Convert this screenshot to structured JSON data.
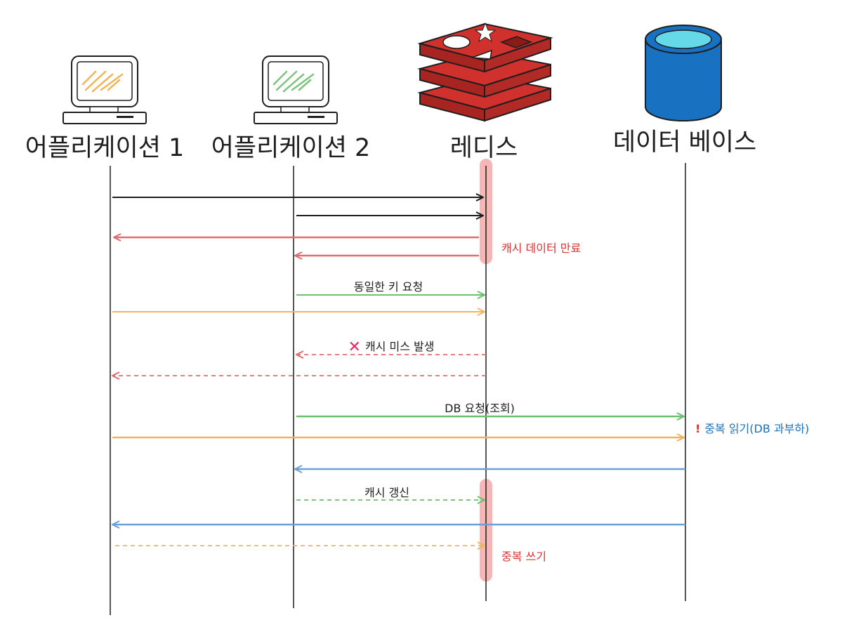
{
  "actors": [
    {
      "id": "app1",
      "label": "어플리케이션 1",
      "icon": "computer-icon",
      "screen_color": "#f2b45a"
    },
    {
      "id": "app2",
      "label": "어플리케이션 2",
      "icon": "computer-icon",
      "screen_color": "#7cc47e"
    },
    {
      "id": "redis",
      "label": "레디스",
      "icon": "redis-logo-icon",
      "color": "#d0312d"
    },
    {
      "id": "db",
      "label": "데이터 베이스",
      "icon": "database-cylinder-icon",
      "color": "#1971c2"
    }
  ],
  "messages": [
    {
      "from": "app1",
      "to": "redis",
      "style": "solid",
      "color": "#1e1e1e",
      "label": ""
    },
    {
      "from": "app2",
      "to": "redis",
      "style": "solid",
      "color": "#1e1e1e",
      "label": ""
    },
    {
      "from": "redis",
      "to": "app1",
      "style": "solid",
      "color": "#e06c6c",
      "label": ""
    },
    {
      "from": "redis",
      "to": "app2",
      "style": "solid",
      "color": "#e06c6c",
      "label": ""
    },
    {
      "from": "app2",
      "to": "redis",
      "style": "solid",
      "color": "#6cbf6c",
      "label": "동일한 키 요청"
    },
    {
      "from": "app1",
      "to": "redis",
      "style": "solid",
      "color": "#f2b45a",
      "label": ""
    },
    {
      "from": "redis",
      "to": "app2",
      "style": "dashed",
      "color": "#e06c6c",
      "label": "캐시 미스 발생",
      "mark": "cross-mark-icon"
    },
    {
      "from": "redis",
      "to": "app1",
      "style": "dashed",
      "color": "#e06c6c",
      "label": ""
    },
    {
      "from": "app2",
      "to": "db",
      "style": "solid",
      "color": "#6cbf6c",
      "label": "DB 요청(조회)"
    },
    {
      "from": "app1",
      "to": "db",
      "style": "solid",
      "color": "#f2b45a",
      "label": ""
    },
    {
      "from": "db",
      "to": "app2",
      "style": "solid",
      "color": "#6a9fd8",
      "label": ""
    },
    {
      "from": "app2",
      "to": "redis",
      "style": "dashed",
      "color": "#6cbf6c",
      "label": "캐시 갱신"
    },
    {
      "from": "db",
      "to": "app1",
      "style": "solid",
      "color": "#6a9fd8",
      "label": ""
    },
    {
      "from": "app1",
      "to": "redis",
      "style": "dashed",
      "color": "#f2b45a",
      "label": ""
    }
  ],
  "notes": {
    "cache_expired": "캐시 데이터 만료",
    "duplicate_read": "중복 읽기(DB 과부하)",
    "duplicate_read_mark": "!",
    "duplicate_write": "중복 쓰기"
  },
  "colors": {
    "highlight": "#f4a9a8",
    "lifeline": "#1e1e1e",
    "note_red": "#e03131",
    "note_blue": "#1971c2"
  }
}
